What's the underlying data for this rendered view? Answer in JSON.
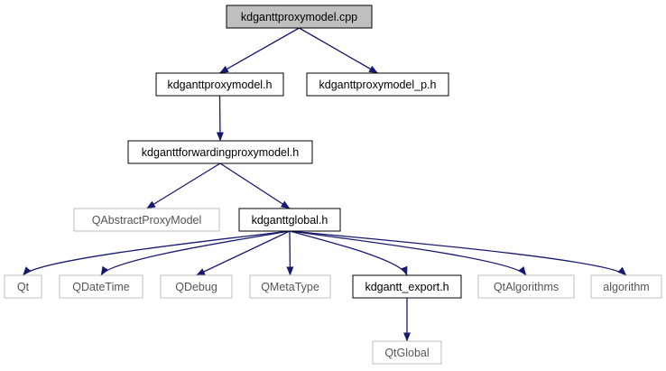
{
  "colors": {
    "edge": "#191970",
    "node_border": "#000000",
    "external_border": "#bfbfbf",
    "root_fill": "#bfbfbf",
    "node_fill": "#ffffff",
    "node_text": "#000000",
    "external_text": "#555555"
  },
  "nodes": {
    "cpp": {
      "label": "kdganttproxymodel.cpp",
      "kind": "root"
    },
    "proxy_h": {
      "label": "kdganttproxymodel.h",
      "kind": "internal"
    },
    "proxy_p_h": {
      "label": "kdganttproxymodel_p.h",
      "kind": "internal"
    },
    "fwd_h": {
      "label": "kdganttforwardingproxymodel.h",
      "kind": "internal"
    },
    "qabstract": {
      "label": "QAbstractProxyModel",
      "kind": "external"
    },
    "global_h": {
      "label": "kdganttglobal.h",
      "kind": "internal"
    },
    "qt": {
      "label": "Qt",
      "kind": "external"
    },
    "qdatetime": {
      "label": "QDateTime",
      "kind": "external"
    },
    "qdebug": {
      "label": "QDebug",
      "kind": "external"
    },
    "qmetatype": {
      "label": "QMetaType",
      "kind": "external"
    },
    "export_h": {
      "label": "kdgantt_export.h",
      "kind": "internal"
    },
    "qtalgorithms": {
      "label": "QtAlgorithms",
      "kind": "external"
    },
    "algorithm": {
      "label": "algorithm",
      "kind": "external"
    },
    "qtglobal": {
      "label": "QtGlobal",
      "kind": "external"
    }
  },
  "edges": [
    {
      "from": "cpp",
      "to": "proxy_h"
    },
    {
      "from": "cpp",
      "to": "proxy_p_h"
    },
    {
      "from": "proxy_h",
      "to": "fwd_h"
    },
    {
      "from": "fwd_h",
      "to": "qabstract"
    },
    {
      "from": "fwd_h",
      "to": "global_h"
    },
    {
      "from": "global_h",
      "to": "qt"
    },
    {
      "from": "global_h",
      "to": "qdatetime"
    },
    {
      "from": "global_h",
      "to": "qdebug"
    },
    {
      "from": "global_h",
      "to": "qmetatype"
    },
    {
      "from": "global_h",
      "to": "export_h"
    },
    {
      "from": "global_h",
      "to": "qtalgorithms"
    },
    {
      "from": "global_h",
      "to": "algorithm"
    },
    {
      "from": "export_h",
      "to": "qtglobal"
    }
  ]
}
